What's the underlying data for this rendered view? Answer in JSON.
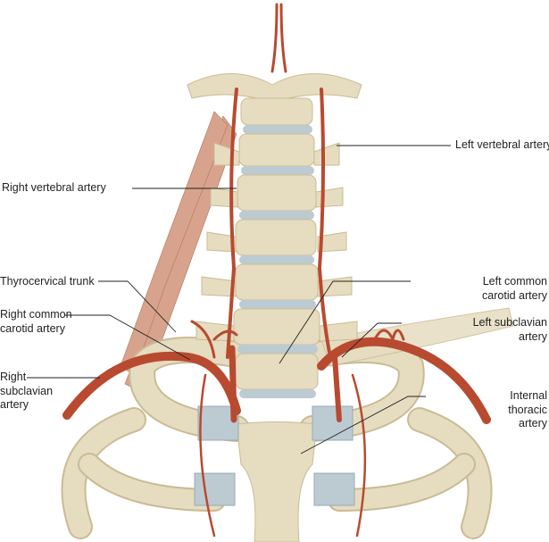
{
  "labels": {
    "left_vertebral": "Left vertebral artery",
    "right_vertebral": "Right vertebral artery",
    "thyrocervical": "Thyrocervical trunk",
    "right_common_carotid": [
      "Right common",
      "carotid artery"
    ],
    "left_common_carotid": [
      "Left common",
      "carotid artery"
    ],
    "left_subclavian": [
      "Left subclavian",
      "artery"
    ],
    "right_subclavian": [
      "Right",
      "subclavian",
      "artery"
    ],
    "internal_thoracic": [
      "Internal",
      "thoracic",
      "artery"
    ]
  },
  "colors": {
    "bone": "#e6dcc0",
    "bone_shade": "#c9bb95",
    "disc": "#bccbd2",
    "artery": "#b84a30",
    "muscle": "#d49a80",
    "line": "#222222"
  }
}
